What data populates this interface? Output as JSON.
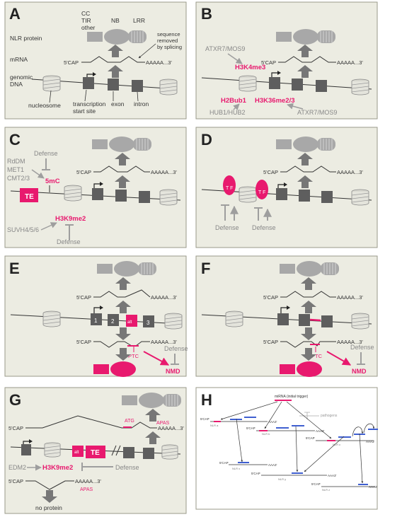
{
  "panels": {
    "A": {
      "letter": "A",
      "cc": "CC",
      "tir": "TIR",
      "other": "other",
      "nb": "NB",
      "lrr": "LRR",
      "nlr_protein": "NLR protein",
      "mrna": "mRNA",
      "genomic": "genomic",
      "dna": "DNA",
      "seq1": "sequence",
      "seq2": "removed",
      "seq3": "by splicing",
      "cap": "5'CAP",
      "polya": "AAAAA...3'",
      "nucleosome": "nucleosome",
      "tss1": "transcription",
      "tss2": "start site",
      "exon": "exon",
      "intron": "intron"
    },
    "B": {
      "letter": "B",
      "atxr_top": "ATXR7/MOS9",
      "h3k4": "H3K4me3",
      "h2bub": "H2Bub1",
      "h3k36": "H3K36me2/3",
      "hub": "HUB1/HUB2",
      "atxr_bot": "ATXR7/MOS9",
      "cap": "5'CAP",
      "polya": "AAAAA...3'"
    },
    "C": {
      "letter": "C",
      "defense_top": "Defense",
      "rddm": "RdDM",
      "met1": "MET1",
      "cmt": "CMT2/3",
      "mc": "5mC",
      "te": "TE",
      "h3k9": "H3K9me2",
      "suvh": "SUVH4/5/6",
      "defense_bot": "Defense",
      "cap": "5'CAP",
      "polya": "AAAAA...3'"
    },
    "D": {
      "letter": "D",
      "tf1": "T F",
      "tf2": "T F",
      "defense1": "Defense",
      "defense2": "Defense",
      "cap": "5'CAP",
      "polya": "AAAAA...3'"
    },
    "E": {
      "letter": "E",
      "exon1": "1",
      "exon2": "2",
      "alt": "alt",
      "exon3": "3",
      "ptc": "PTC",
      "defense": "Defense",
      "nmd": "NMD",
      "cap1": "5'CAP",
      "cap2": "5'CAP",
      "polya1": "AAAAA...3'",
      "polya2": "AAAAA...3'"
    },
    "F": {
      "letter": "F",
      "ptc": "PTC",
      "defense": "Defense",
      "nmd": "NMD",
      "cap1": "5'CAP",
      "cap2": "5'CAP",
      "polya1": "AAAAA...3'",
      "polya2": "AAAAA...3'"
    },
    "G": {
      "letter": "G",
      "cap1": "5'CAP",
      "cap2": "5'CAP",
      "atg": "ATG",
      "apas1": "APAS",
      "apas2": "APAS",
      "polya1": "AAAAA...3'",
      "polya2": "AAAAA...3'",
      "alt": "alt",
      "te": "TE",
      "edm2": "EDM2",
      "h3k9": "H3K9me2",
      "defense": "Defense",
      "noprot": "no protein"
    },
    "H": {
      "letter": "H",
      "mirna": "miRNA (initial trigger)",
      "pathogens": "pathogens",
      "cap_a": "5'CAP",
      "nlr_a": "NLR a",
      "cap_b": "5'CAP",
      "nlr_b": "NLR b",
      "cap_c": "5'CAP",
      "nlr_c": "NLR c",
      "cap_x": "5'CAP",
      "nlr_x": "NLR x",
      "cap_y": "5'CAP",
      "nlr_y": "NLR y",
      "cap_z": "5'CAP",
      "nlr_z": "NLR z",
      "aaa_a": "AAA3'",
      "aaa_b": "AAA3'",
      "aaa_c": "AAA3'",
      "aaa_x": "AAA3'",
      "aaa_y": "AAA3'",
      "aaa_z": "AAA3'"
    }
  },
  "colors": {
    "panel_bg": "#ecece2",
    "panel_border": "#9a9a8a",
    "dark_box": "#5e5e5e",
    "light_gray": "#9e9e9e",
    "magenta": "#e8196e",
    "blue": "#3f5fd0",
    "text_gray": "#888888"
  }
}
